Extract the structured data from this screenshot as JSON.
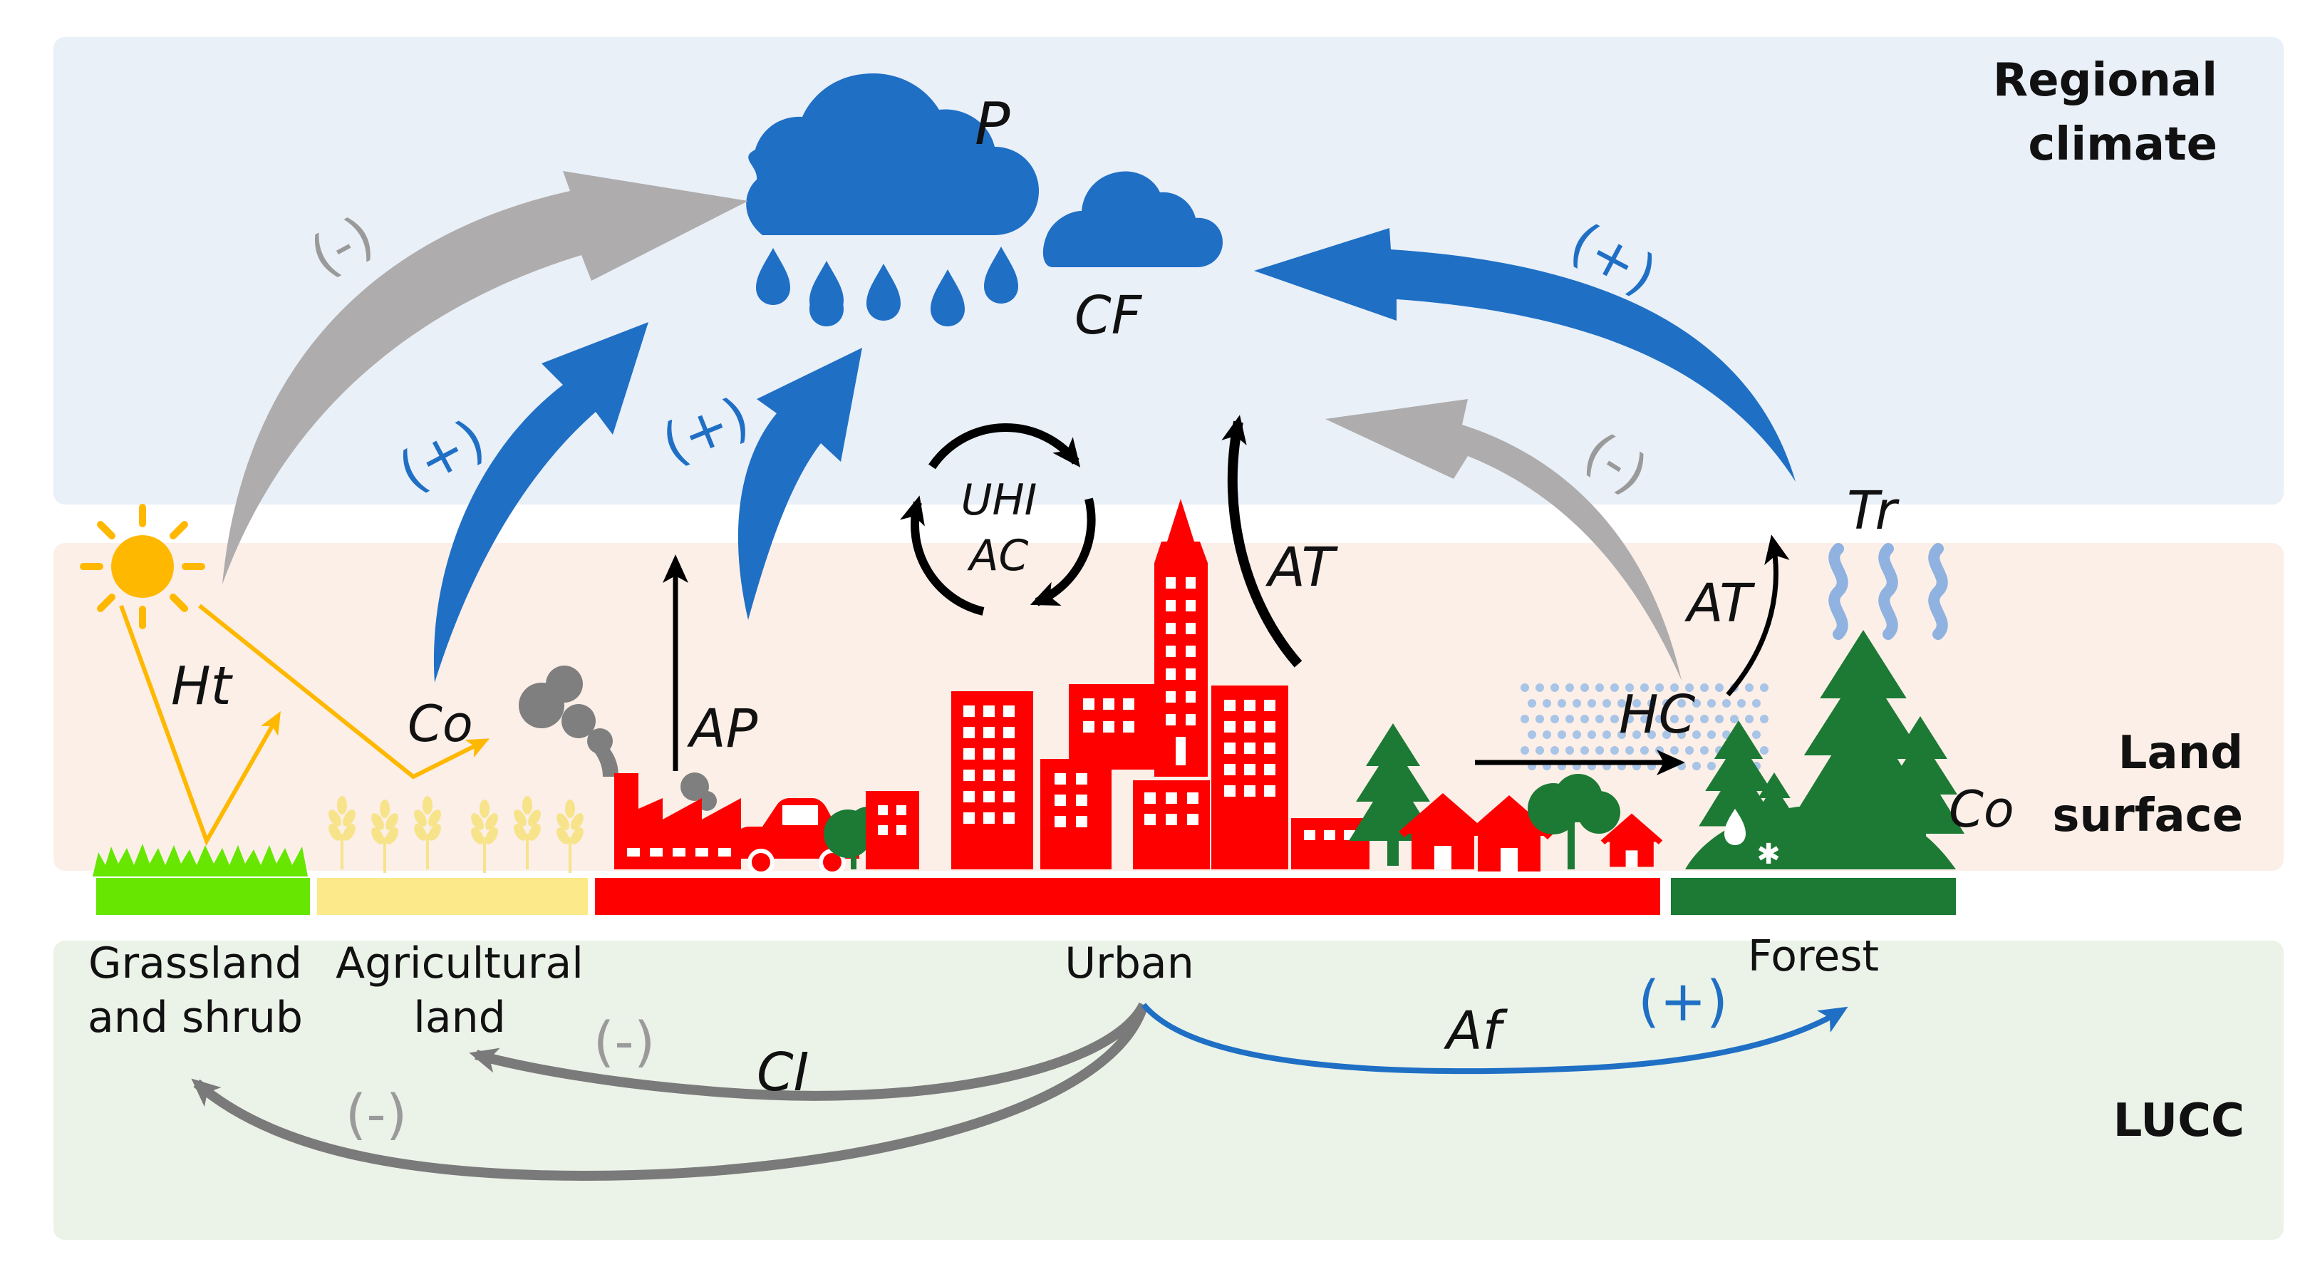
{
  "bands": {
    "climate": {
      "label_line1": "Regional",
      "label_line2": "climate",
      "color": "#e9f0f8"
    },
    "surface": {
      "label_line1": "Land",
      "label_line2": "surface",
      "color": "#fcefe8"
    },
    "lucc": {
      "label": "LUCC",
      "color": "#ebf3e8"
    }
  },
  "climate": {
    "precip": "P",
    "cloud_fraction": "CF"
  },
  "processes": {
    "heat_transfer": "Ht",
    "cooling_left": "Co",
    "cooling_right": "Co",
    "aerosol_pollution": "AP",
    "uhi": "UHI",
    "ac": "AC",
    "advection_urban": "AT",
    "advection_forest": "AT",
    "transpiration": "Tr",
    "humidity_contrast": "HC"
  },
  "signs": {
    "gray_top": "(-)",
    "blue_left": "(+)",
    "blue_mid": "(+)",
    "blue_right": "(+)",
    "gray_right": "(-)",
    "lucc_ag": "(-)",
    "lucc_grass": "(-)",
    "lucc_forest": "(+)"
  },
  "land_cover": {
    "grass": {
      "line1": "Grassland",
      "line2": "and shrub",
      "color": "#66e600"
    },
    "agri": {
      "line1": "Agricultural",
      "line2": "land",
      "color": "#fbe98a"
    },
    "urban": {
      "label": "Urban",
      "color": "#ff0000"
    },
    "forest": {
      "label": "Forest",
      "color": "#1c7a34"
    }
  },
  "lucc_flows": {
    "cropland_invasion": "CI",
    "afforestation": "Af"
  },
  "colors": {
    "blue": "#1f6fc5",
    "gray": "#a8a6a6",
    "sun": "#ffb800",
    "gray_sign": "#9a9a9a",
    "dark_gray": "#777777"
  }
}
